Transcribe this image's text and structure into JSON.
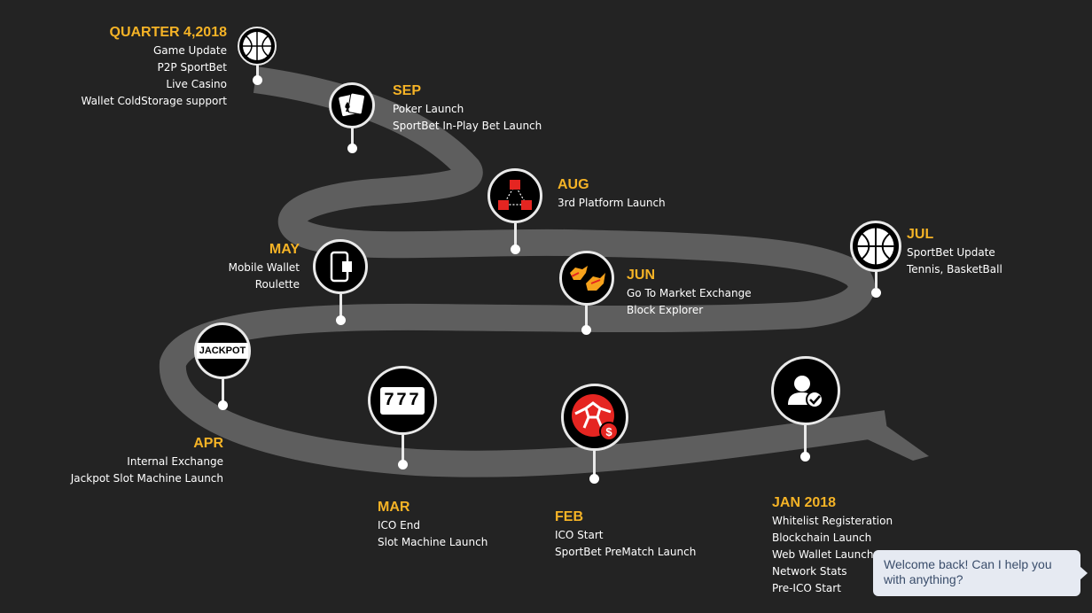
{
  "roadmap": {
    "q4_2018": {
      "title": "QUARTER 4,2018",
      "items": [
        "Game Update",
        "P2P SportBet",
        "Live Casino",
        "Wallet ColdStorage support"
      ],
      "icon": "basketball-icon"
    },
    "sep": {
      "title": "SEP",
      "items": [
        "Poker Launch",
        "SportBet In-Play Bet Launch"
      ],
      "icon": "playing-cards-icon"
    },
    "aug": {
      "title": "AUG",
      "items": [
        "3rd Platform Launch"
      ],
      "icon": "blockchain-cubes-icon"
    },
    "jul": {
      "title": "JUL",
      "items": [
        "SportBet Update",
        "Tennis, BasketBall"
      ],
      "icon": "basketball-icon"
    },
    "jun": {
      "title": "JUN",
      "items": [
        "Go To Market Exchange",
        "Block Explorer"
      ],
      "icon": "bull-bear-icon"
    },
    "may": {
      "title": "MAY",
      "items": [
        "Mobile Wallet",
        "Roulette"
      ],
      "icon": "mobile-wallet-icon"
    },
    "apr": {
      "title": "APR",
      "items": [
        "Internal Exchange",
        "Jackpot Slot Machine Launch"
      ],
      "icon": "jackpot-icon",
      "icon_text": "JACKPOT"
    },
    "mar": {
      "title": "MAR",
      "items": [
        "ICO End",
        "Slot Machine Launch"
      ],
      "icon": "slot-machine-icon",
      "icon_text": "777"
    },
    "feb": {
      "title": "FEB",
      "items": [
        "ICO Start",
        "SportBet PreMatch Launch"
      ],
      "icon": "soccer-ball-icon",
      "badge": "$"
    },
    "jan": {
      "title": "JAN 2018",
      "items": [
        "Whitelist Registeration",
        "Blockchain Launch",
        "Web Wallet Launch",
        "Network Stats",
        "Pre-ICO Start"
      ],
      "icon": "verified-user-icon"
    }
  },
  "chat": {
    "message": "Welcome back! Can I help you with anything?"
  },
  "colors": {
    "background": "#232323",
    "road": "#5e5e5e",
    "accent": "#f5b326",
    "text": "#ffffff"
  }
}
